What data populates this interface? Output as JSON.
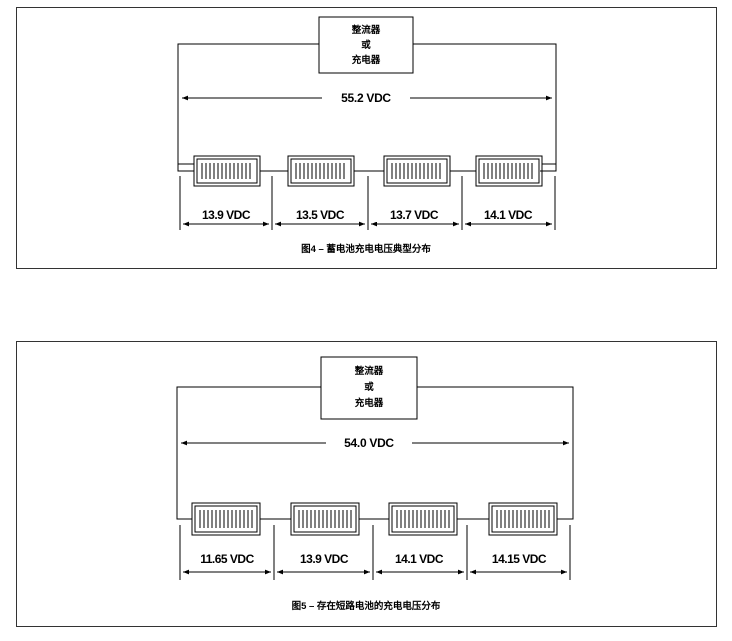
{
  "figures": [
    {
      "charger": {
        "line1": "整流器",
        "line2": "或",
        "line3": "充电器"
      },
      "total_voltage": "55.2 VDC",
      "batteries": [
        "13.9 VDC",
        "13.5 VDC",
        "13.7 VDC",
        "14.1 VDC"
      ],
      "caption": "图4 – 蓄电池充电电压典型分布"
    },
    {
      "charger": {
        "line1": "整流器",
        "line2": "或",
        "line3": "充电器"
      },
      "total_voltage": "54.0 VDC",
      "batteries": [
        "11.65 VDC",
        "13.9 VDC",
        "14.1 VDC",
        "14.15 VDC"
      ],
      "caption": "图5 – 存在短路电池的充电电压分布"
    }
  ],
  "colors": {
    "stroke": "#000000",
    "frame": "#333333",
    "background": "#ffffff"
  }
}
